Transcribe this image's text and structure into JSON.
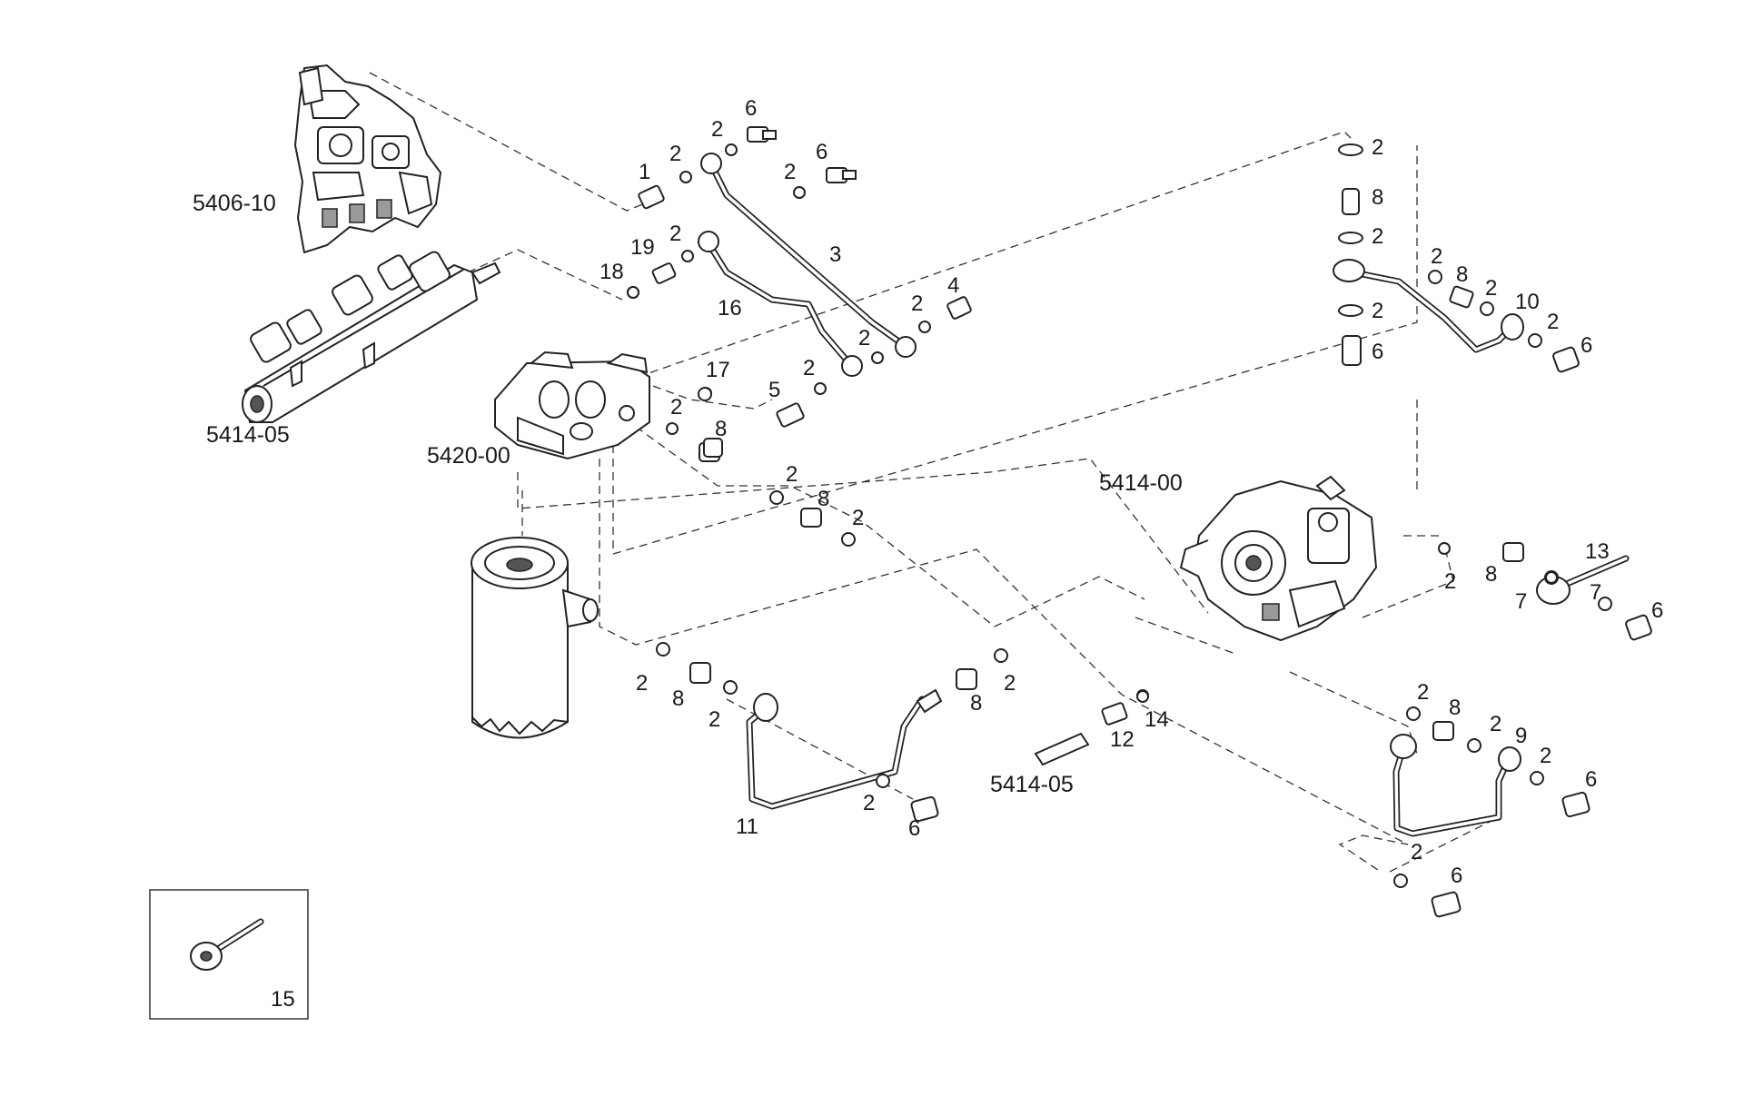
{
  "group_labels": {
    "g5406_10": "5406-10",
    "g5414_05_rail": "5414-05",
    "g5420_00": "5420-00",
    "g5414_00": "5414-00",
    "g5414_05_inj": "5414-05"
  },
  "callouts": {
    "c1": "1",
    "c2a": "2",
    "c2b": "2",
    "c6a": "6",
    "c6b": "6",
    "c2c": "2",
    "c3": "3",
    "c2d": "2",
    "c19": "19",
    "c18": "18",
    "c16": "16",
    "c2e": "2",
    "c4": "4",
    "c2f": "2",
    "c2g": "2",
    "c17": "17",
    "c5": "5",
    "c2h": "2",
    "c8a": "8",
    "c2i": "2",
    "c8b": "8",
    "c2j": "2",
    "c2k": "2",
    "c8c": "8",
    "c2l": "2",
    "c2m": "2",
    "c8d": "8",
    "c2n": "2",
    "c10": "10",
    "c2o": "2",
    "c6c": "6",
    "c2p": "2",
    "c6d": "6",
    "c13": "13",
    "c2q": "2",
    "c8e": "8",
    "c7a": "7",
    "c7b": "7",
    "c6e": "6",
    "c2r": "2",
    "c8f": "8",
    "c2s": "2",
    "c11": "11",
    "c2t": "2",
    "c6f": "6",
    "c8g": "8",
    "c2u": "2",
    "c12": "12",
    "c14": "14",
    "c2v": "2",
    "c8h": "8",
    "c2w": "2",
    "c9": "9",
    "c2x": "2",
    "c6g": "6",
    "c2y": "2",
    "c6h": "6",
    "c15": "15"
  }
}
